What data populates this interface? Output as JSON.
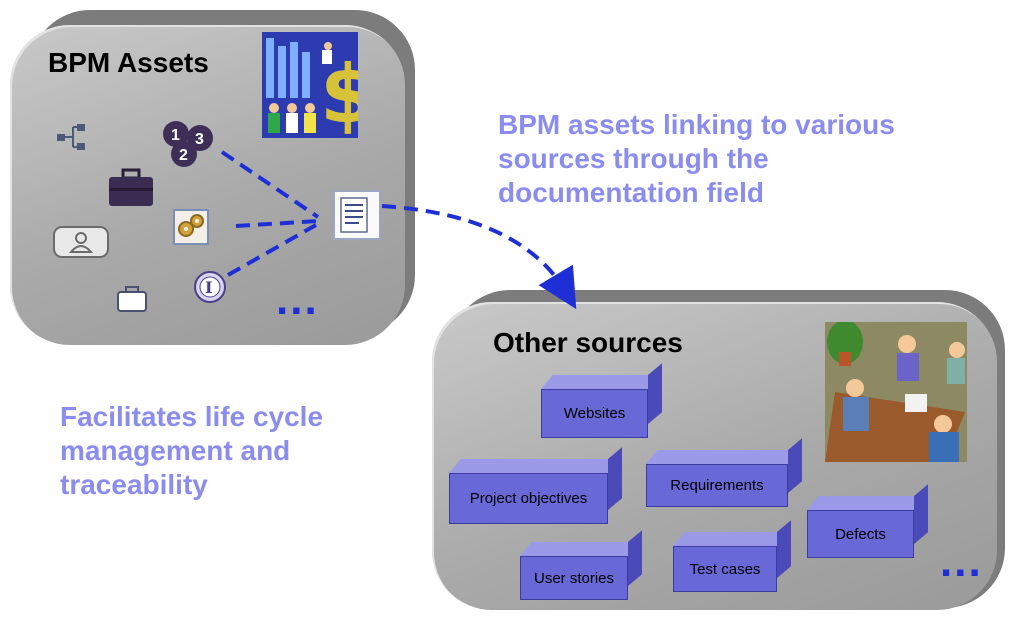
{
  "bpm_panel": {
    "title": "BPM Assets",
    "more": "..."
  },
  "sources_panel": {
    "title": "Other sources",
    "items": [
      {
        "label": "Websites"
      },
      {
        "label": "Project objectives"
      },
      {
        "label": "Requirements"
      },
      {
        "label": "Defects"
      },
      {
        "label": "User stories"
      },
      {
        "label": "Test cases"
      }
    ],
    "more": "..."
  },
  "captions": {
    "linking": "BPM assets linking to various sources through the documentation field",
    "lifecycle": "Facilitates life cycle management and traceability"
  },
  "colors": {
    "caption": "#8a8cf0",
    "connector": "#1f2fd6",
    "source_box": "#6868d6"
  },
  "icons": [
    "flow-node-icon",
    "numbered-steps-icon",
    "briefcase-icon",
    "user-card-icon",
    "gears-icon",
    "info-icon",
    "bag-icon",
    "document-icon",
    "business-team-clipart",
    "meeting-clipart"
  ]
}
